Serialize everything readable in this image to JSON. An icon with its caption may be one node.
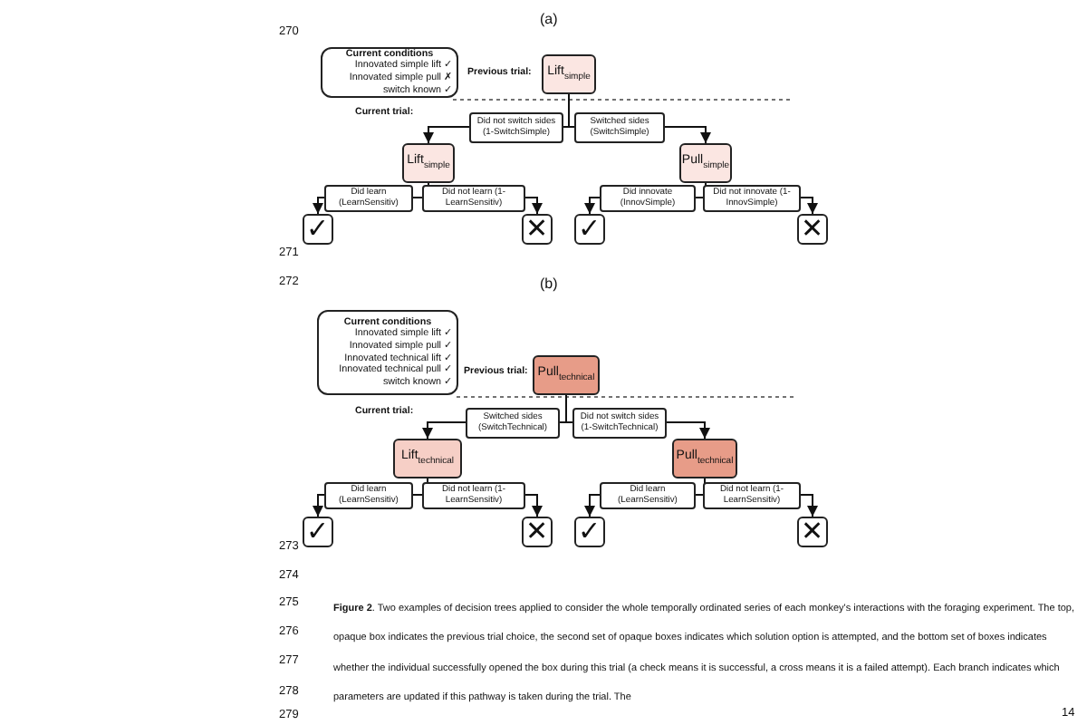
{
  "diagram": {
    "caption": "**Figure 2**. Two examples of decision trees applied to consider the whole temporally ordinated series of each monkey's interactions with the foraging experiment. The top, opaque box indicates the previous trial choice, the second set of opaque boxes indicates which solution option is attempted, and the bottom set of boxes indicates whether the individual successfully opened the box during this trial (a check means it is successful, a cross means it is a failed attempt). Each branch indicates which parameters are updated if this pathway is taken during the trial. The",
    "nodes": [
      {
        "text": [
          "Current conditions",
          "Innovated simple lift ✓",
          "Innovated simple pull ✗",
          "switch known ✓"
        ]
      },
      {
        "text": [
          "Lift$_{simple}$"
        ]
      },
      {
        "text": [
          "Lift$_{simple}$"
        ]
      },
      {
        "text": [
          "Pull$_{simple}$"
        ]
      },
      {
        "text": [
          "✓"
        ]
      },
      {
        "text": [
          "✕"
        ]
      },
      {
        "text": [
          "✓"
        ]
      },
      {
        "text": [
          "✕"
        ]
      },
      {
        "text": [
          "Current conditions",
          "Innovated simple lift ✓",
          "Innovated simple pull ✓",
          "Innovated technical lift ✓",
          "Innovated technical pull ✓",
          "switch known ✓"
        ]
      },
      {
        "text": [
          "Pull$_{technical}$"
        ]
      },
      {
        "text": [
          "Lift$_{technical}$"
        ]
      },
      {
        "text": [
          "Pull$_{technical}$"
        ]
      },
      {
        "text": [
          "✓"
        ]
      },
      {
        "text": [
          "✕"
        ]
      },
      {
        "text": [
          "✓"
        ]
      },
      {
        "text": [
          "✕"
        ]
      }
    ],
    "edges": [
      {
        "from": 1,
        "to": 2,
        "arrow": "to",
        "label": "Did not switch sides (1-SwitchSimple)"
      },
      {
        "from": 1,
        "to": 3,
        "arrow": "to",
        "label": "Switched sides (SwitchSimple)"
      },
      {
        "from": 2,
        "to": 4,
        "arrow": "to",
        "label": "Did learn (LearnSensitiv)"
      },
      {
        "from": 2,
        "to": 5,
        "arrow": "to",
        "label": "Did not learn (1-LearnSensitiv)"
      },
      {
        "from": 3,
        "to": 6,
        "arrow": "to",
        "label": "Did innovate (InnovSimple)"
      },
      {
        "from": 3,
        "to": 7,
        "arrow": "to",
        "label": "Did not innovate (1-InnovSimple)"
      },
      {
        "from": 9,
        "to": 10,
        "arrow": "to",
        "label": "Switched sides (SwitchTechnical)"
      },
      {
        "from": 9,
        "to": 11,
        "arrow": "to",
        "label": "Did not switch sides (1-SwitchTechnical)"
      },
      {
        "from": 10,
        "to": 12,
        "arrow": "to",
        "label": "Did learn (LearnSensitiv)"
      },
      {
        "from": 10,
        "to": 13,
        "arrow": "to",
        "label": "Did not learn (1-LearnSensitiv)"
      },
      {
        "from": 11,
        "to": 14,
        "arrow": "to",
        "label": "Did learn (LearnSensitiv)"
      },
      {
        "from": 11,
        "to": 15,
        "arrow": "to",
        "label": "Did not learn (1-LearnSensitiv)"
      }
    ],
    "labels": [
      "270",
      "(a)",
      "Previous trial:",
      "Current trial:",
      "271",
      "272",
      "(b)",
      "Previous trial:",
      "Current trial:",
      "273",
      "274",
      "275",
      "276",
      "277",
      "278",
      "279",
      "14"
    ]
  }
}
